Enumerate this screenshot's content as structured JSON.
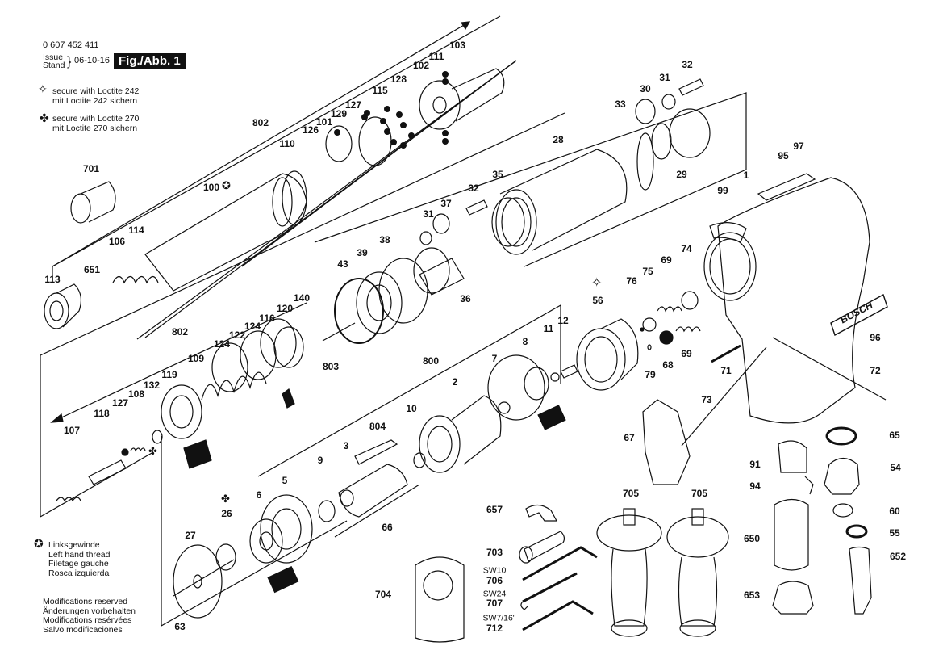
{
  "header": {
    "part_number": "0 607 452 411",
    "issue_label": "Issue",
    "stand_label": "Stand",
    "date": "06-10-16",
    "figure_label": "Fig./Abb. 1"
  },
  "legend": {
    "loctite_242": {
      "icon": "four-point-star-outline-icon",
      "line1": "secure with Loctite 242",
      "line2": "mit Loctite 242 sichern"
    },
    "loctite_270": {
      "icon": "four-dot-cross-icon",
      "line1": "secure with Loctite 270",
      "line2": "mit Loctite 270 sichern"
    },
    "left_hand_thread": {
      "icon": "star-in-circle-icon",
      "lines": [
        "Linksgewinde",
        "Left hand thread",
        "Filetage gauche",
        "Rosca izquierda"
      ]
    },
    "modifications": [
      "Modifications reserved",
      "Änderungen vorbehalten",
      "Modifications resérvées",
      "Salvo modificaciones"
    ]
  },
  "brand": "BOSCH",
  "part_labels": {
    "p701": "701",
    "p113": "113",
    "p651": "651",
    "p106": "106",
    "p114": "114",
    "p100": "100",
    "p110": "110",
    "p802a": "802",
    "p126": "126",
    "p101": "101",
    "p129": "129",
    "p127a": "127",
    "p115": "115",
    "p128": "128",
    "p102": "102",
    "p111": "111",
    "p103": "103",
    "p28": "28",
    "p33": "33",
    "p30": "30",
    "p31a": "31",
    "p32a": "32",
    "p29": "29",
    "p95": "95",
    "p97": "97",
    "p1": "1",
    "p99": "99",
    "p35": "35",
    "p32b": "32",
    "p37": "37",
    "p31b": "31",
    "p36": "36",
    "p38": "38",
    "p39": "39",
    "p43": "43",
    "p803": "803",
    "p802b": "802",
    "p140": "140",
    "p120": "120",
    "p116": "116",
    "p124a": "124",
    "p122": "122",
    "p124b": "124",
    "p109": "109",
    "p119": "119",
    "p132": "132",
    "p108": "108",
    "p127b": "127",
    "p118": "118",
    "p107": "107",
    "p800": "800",
    "p12": "12",
    "p11": "11",
    "p8": "8",
    "p7": "7",
    "p2": "2",
    "p10": "10",
    "p804": "804",
    "p3": "3",
    "p9": "9",
    "p5": "5",
    "p6": "6",
    "p26": "26",
    "p27": "27",
    "p63": "63",
    "p66": "66",
    "p56": "56",
    "p76": "76",
    "p75": "75",
    "p69a": "69",
    "p74": "74",
    "p69b": "69",
    "p68": "68",
    "p79": "79",
    "p71": "71",
    "p96": "96",
    "p72": "72",
    "p73": "73",
    "p67": "67",
    "p65": "65",
    "p54": "54",
    "p91": "91",
    "p94": "94",
    "p60": "60",
    "p55": "55",
    "p650": "650",
    "p652": "652",
    "p653": "653",
    "p657": "657",
    "p703": "703",
    "p706": "706",
    "p707": "707",
    "p712": "712",
    "p704": "704",
    "p705a": "705",
    "p705b": "705"
  },
  "wrench_sizes": {
    "sw706": "SW10",
    "sw707": "SW24",
    "sw712": "SW7/16\""
  }
}
